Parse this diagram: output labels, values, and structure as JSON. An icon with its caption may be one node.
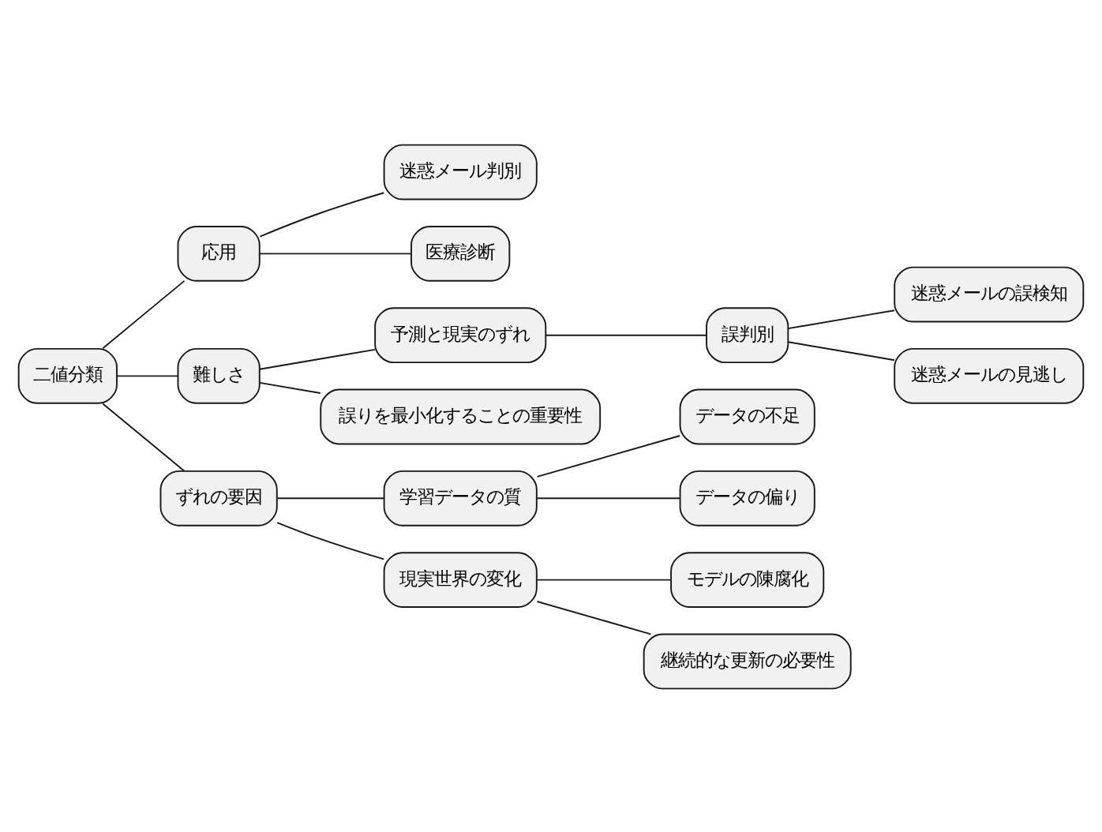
{
  "diagram": {
    "nodes": [
      {
        "text": [
          "二値分類"
        ]
      },
      {
        "text": [
          "応用"
        ]
      },
      {
        "text": [
          "迷惑メール判別"
        ]
      },
      {
        "text": [
          "医療診断"
        ]
      },
      {
        "text": [
          "難しさ"
        ]
      },
      {
        "text": [
          "予測と現実のずれ"
        ]
      },
      {
        "text": [
          "誤判別"
        ]
      },
      {
        "text": [
          "迷惑メールの誤検知"
        ]
      },
      {
        "text": [
          "迷惑メールの見逃し"
        ]
      },
      {
        "text": [
          "誤りを最小化することの重要性"
        ]
      },
      {
        "text": [
          "ずれの要因"
        ]
      },
      {
        "text": [
          "学習データの質"
        ]
      },
      {
        "text": [
          "データの不足"
        ]
      },
      {
        "text": [
          "データの偏り"
        ]
      },
      {
        "text": [
          "現実世界の変化"
        ]
      },
      {
        "text": [
          "モデルの陳腐化"
        ]
      },
      {
        "text": [
          "継続的な更新の必要性"
        ]
      }
    ],
    "edges": [
      {
        "from": 0,
        "to": 1,
        "arrow": "none"
      },
      {
        "from": 1,
        "to": 2,
        "arrow": "none"
      },
      {
        "from": 1,
        "to": 3,
        "arrow": "none"
      },
      {
        "from": 0,
        "to": 4,
        "arrow": "none"
      },
      {
        "from": 4,
        "to": 5,
        "arrow": "none"
      },
      {
        "from": 5,
        "to": 6,
        "arrow": "none"
      },
      {
        "from": 6,
        "to": 7,
        "arrow": "none"
      },
      {
        "from": 6,
        "to": 8,
        "arrow": "none"
      },
      {
        "from": 4,
        "to": 9,
        "arrow": "none"
      },
      {
        "from": 0,
        "to": 10,
        "arrow": "none"
      },
      {
        "from": 10,
        "to": 11,
        "arrow": "none"
      },
      {
        "from": 11,
        "to": 12,
        "arrow": "none"
      },
      {
        "from": 11,
        "to": 13,
        "arrow": "none"
      },
      {
        "from": 10,
        "to": 14,
        "arrow": "none"
      },
      {
        "from": 14,
        "to": 15,
        "arrow": "none"
      },
      {
        "from": 14,
        "to": 16,
        "arrow": "none"
      }
    ]
  }
}
